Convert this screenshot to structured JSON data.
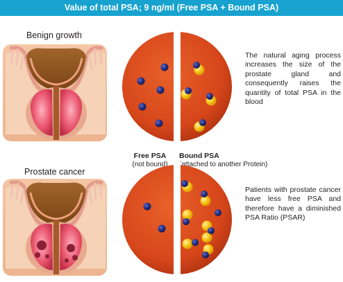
{
  "banner": {
    "text": "Value of total PSA; 9 ng/ml (Free PSA + Bound PSA)"
  },
  "panels": {
    "top": {
      "label": "Benign growth",
      "description": "The natural aging process increases the size of the prostate gland and consequently raises the quantity of total PSA in the blood"
    },
    "bottom": {
      "label": "Prostate cancer",
      "description": "Patients with prostate cancer have less free PSA and therefore have a diminished PSA Ratio (PSAR)"
    }
  },
  "legend": {
    "free_title": "Free PSA",
    "free_sub": "(not bound)",
    "bound_title": "Bound PSA",
    "bound_sub": "(attached to another Protein)"
  },
  "colors": {
    "banner": "#17a2cf",
    "plasma": "#d84a1a",
    "free_psa": "#2a3a8f",
    "protein": "#f7c21a",
    "tissue": "#e9566f"
  }
}
